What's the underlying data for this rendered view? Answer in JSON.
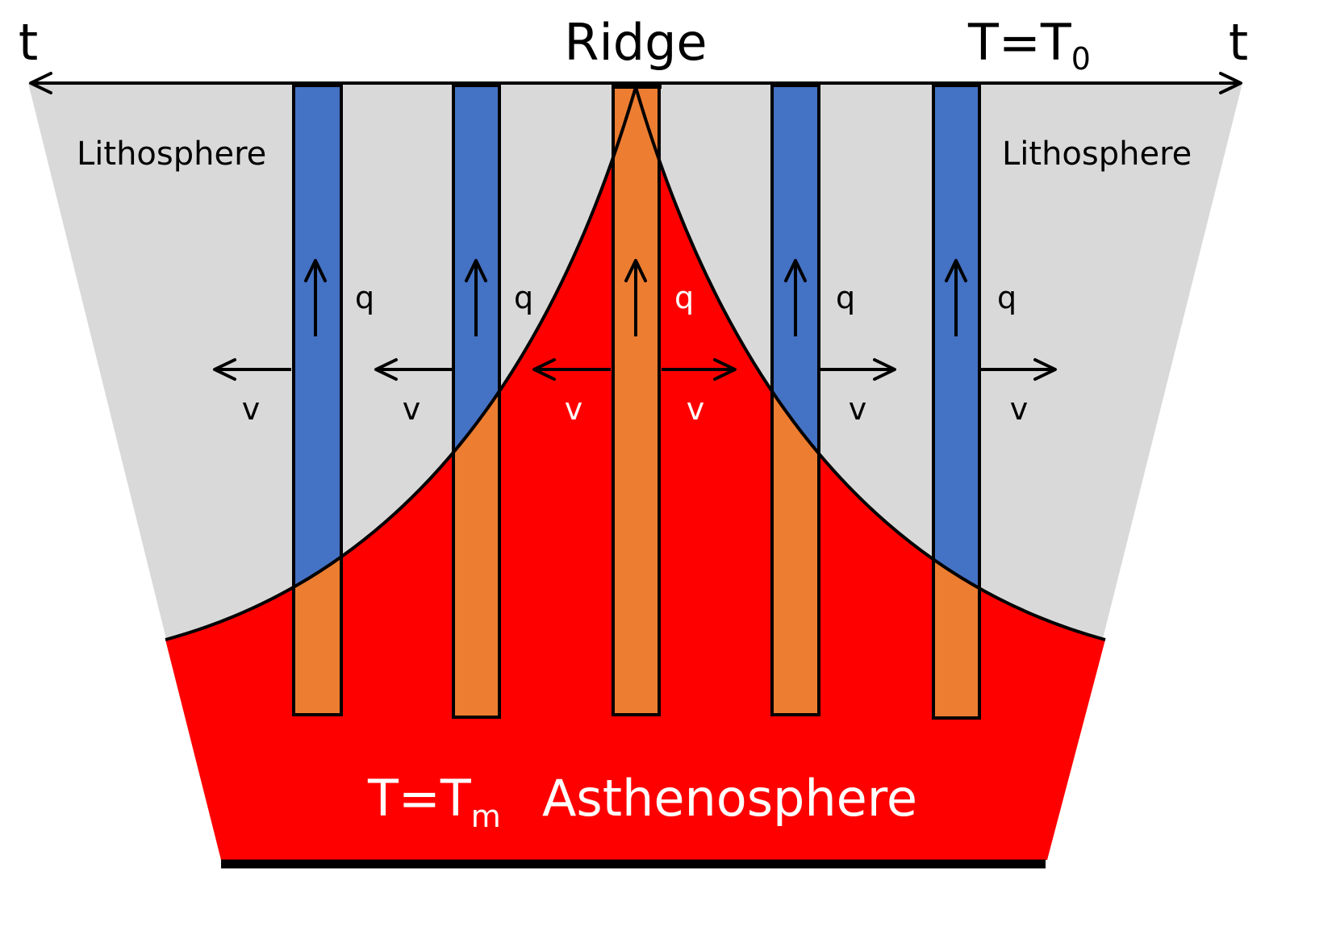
{
  "labels": {
    "ridge": "Ridge",
    "time_left": "t",
    "time_right": "t",
    "surface_temp_main": "T=T",
    "surface_temp_sub": "0",
    "mantle_temp_main": "T=T",
    "mantle_temp_sub": "m",
    "asthenosphere": "Asthenosphere",
    "lithosphere_left": "Lithosphere",
    "lithosphere_right": "Lithosphere"
  },
  "columns": [
    {
      "heat_flow_label": "q",
      "velocity_label": "v",
      "spreading_direction": "left"
    },
    {
      "heat_flow_label": "q",
      "velocity_label": "v",
      "spreading_direction": "left"
    },
    {
      "heat_flow_label": "q",
      "velocity_label": "v",
      "velocity_label_right": "v",
      "spreading_direction": "both"
    },
    {
      "heat_flow_label": "q",
      "velocity_label": "v",
      "spreading_direction": "right"
    },
    {
      "heat_flow_label": "q",
      "velocity_label": "v",
      "spreading_direction": "right"
    }
  ],
  "colors": {
    "lithosphere": "#d9d9d9",
    "asthenosphere": "#ff0000",
    "column_cold": "#4472c4",
    "column_hot": "#ed7d31",
    "outline": "#000000",
    "text_on_red": "#ffffff",
    "text_default": "#000000"
  }
}
